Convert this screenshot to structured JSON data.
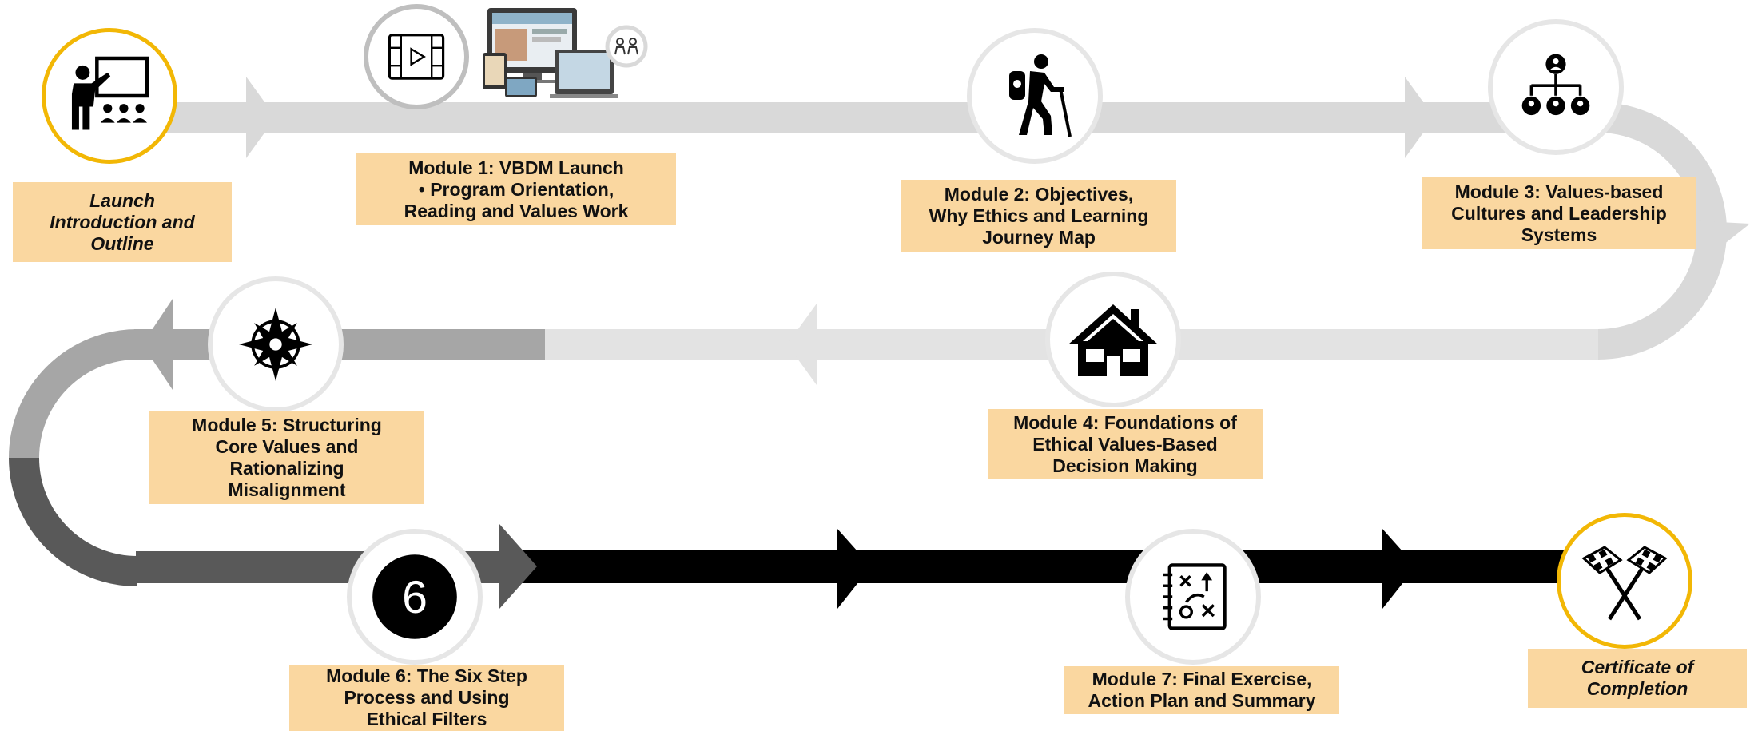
{
  "colors": {
    "label_bg": "#fad7a0",
    "track_light": "#d9d9d9",
    "track_mid": "#a6a6a6",
    "track_dark": "#595959",
    "track_black": "#000000",
    "gold_ring": "#f2b705"
  },
  "stations": [
    {
      "id": "launch",
      "icon": "presenter-icon",
      "label": [
        "Launch",
        "Introduction and",
        "Outline"
      ],
      "italic": true
    },
    {
      "id": "module1",
      "icon": "video-player-icon",
      "label": [
        "Module 1: VBDM Launch",
        "•   Program Orientation,",
        "Reading and Values Work"
      ],
      "italic": false
    },
    {
      "id": "module2",
      "icon": "hiker-icon",
      "label": [
        "Module 2: Objectives,",
        "Why Ethics and Learning",
        "Journey Map"
      ],
      "italic": false
    },
    {
      "id": "module3",
      "icon": "org-chart-icon",
      "label": [
        "Module 3: Values-based",
        "Cultures and Leadership",
        "Systems"
      ],
      "italic": false
    },
    {
      "id": "module4",
      "icon": "house-icon",
      "label": [
        "Module 4: Foundations of",
        "Ethical Values-Based",
        "Decision Making"
      ],
      "italic": false
    },
    {
      "id": "module5",
      "icon": "compass-icon",
      "label": [
        "Module 5: Structuring",
        "Core Values and",
        "Rationalizing",
        "Misalignment"
      ],
      "italic": false
    },
    {
      "id": "module6",
      "icon": "number-six-icon",
      "number": "6",
      "label": [
        "Module 6: The Six Step",
        "Process and Using",
        "Ethical Filters"
      ],
      "italic": false
    },
    {
      "id": "module7",
      "icon": "strategy-board-icon",
      "label": [
        "Module 7: Final Exercise,",
        "Action Plan and Summary"
      ],
      "italic": false
    },
    {
      "id": "certificate",
      "icon": "checkered-flags-icon",
      "label": [
        "Certificate of",
        "Completion"
      ],
      "italic": true
    }
  ]
}
